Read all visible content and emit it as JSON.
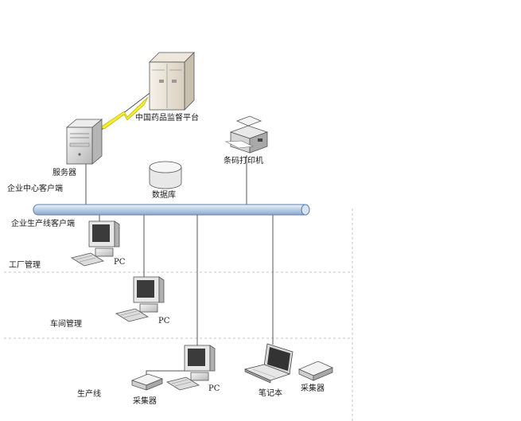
{
  "labels": {
    "platform": "中国药品监督平台",
    "server": "服务器",
    "barcode_printer": "条码打印机",
    "enterprise_center_client": "企业中心客户端",
    "database": "数据库",
    "production_line_client": "企业生产线客户端",
    "factory_management": "工厂管理",
    "workshop_management": "车间管理",
    "production_line": "生产线",
    "pc": "PC",
    "collector": "采集器",
    "notebook": "笔记本"
  },
  "icons": {
    "platform": "server-tower-icon",
    "server": "server-icon",
    "printer": "printer-icon",
    "database": "database-icon",
    "pc": "desktop-pc-icon",
    "notebook": "laptop-icon",
    "collector": "collector-device-icon",
    "link": "lightning-link-icon"
  },
  "colors": {
    "bus_fill": "#c7d9ee",
    "bus_stroke": "#5c7ea8",
    "lightning": "#f2ee2a",
    "divider": "#bdbdbd",
    "device_light": "#f1f1f1",
    "device_dark": "#7d7d7d"
  }
}
